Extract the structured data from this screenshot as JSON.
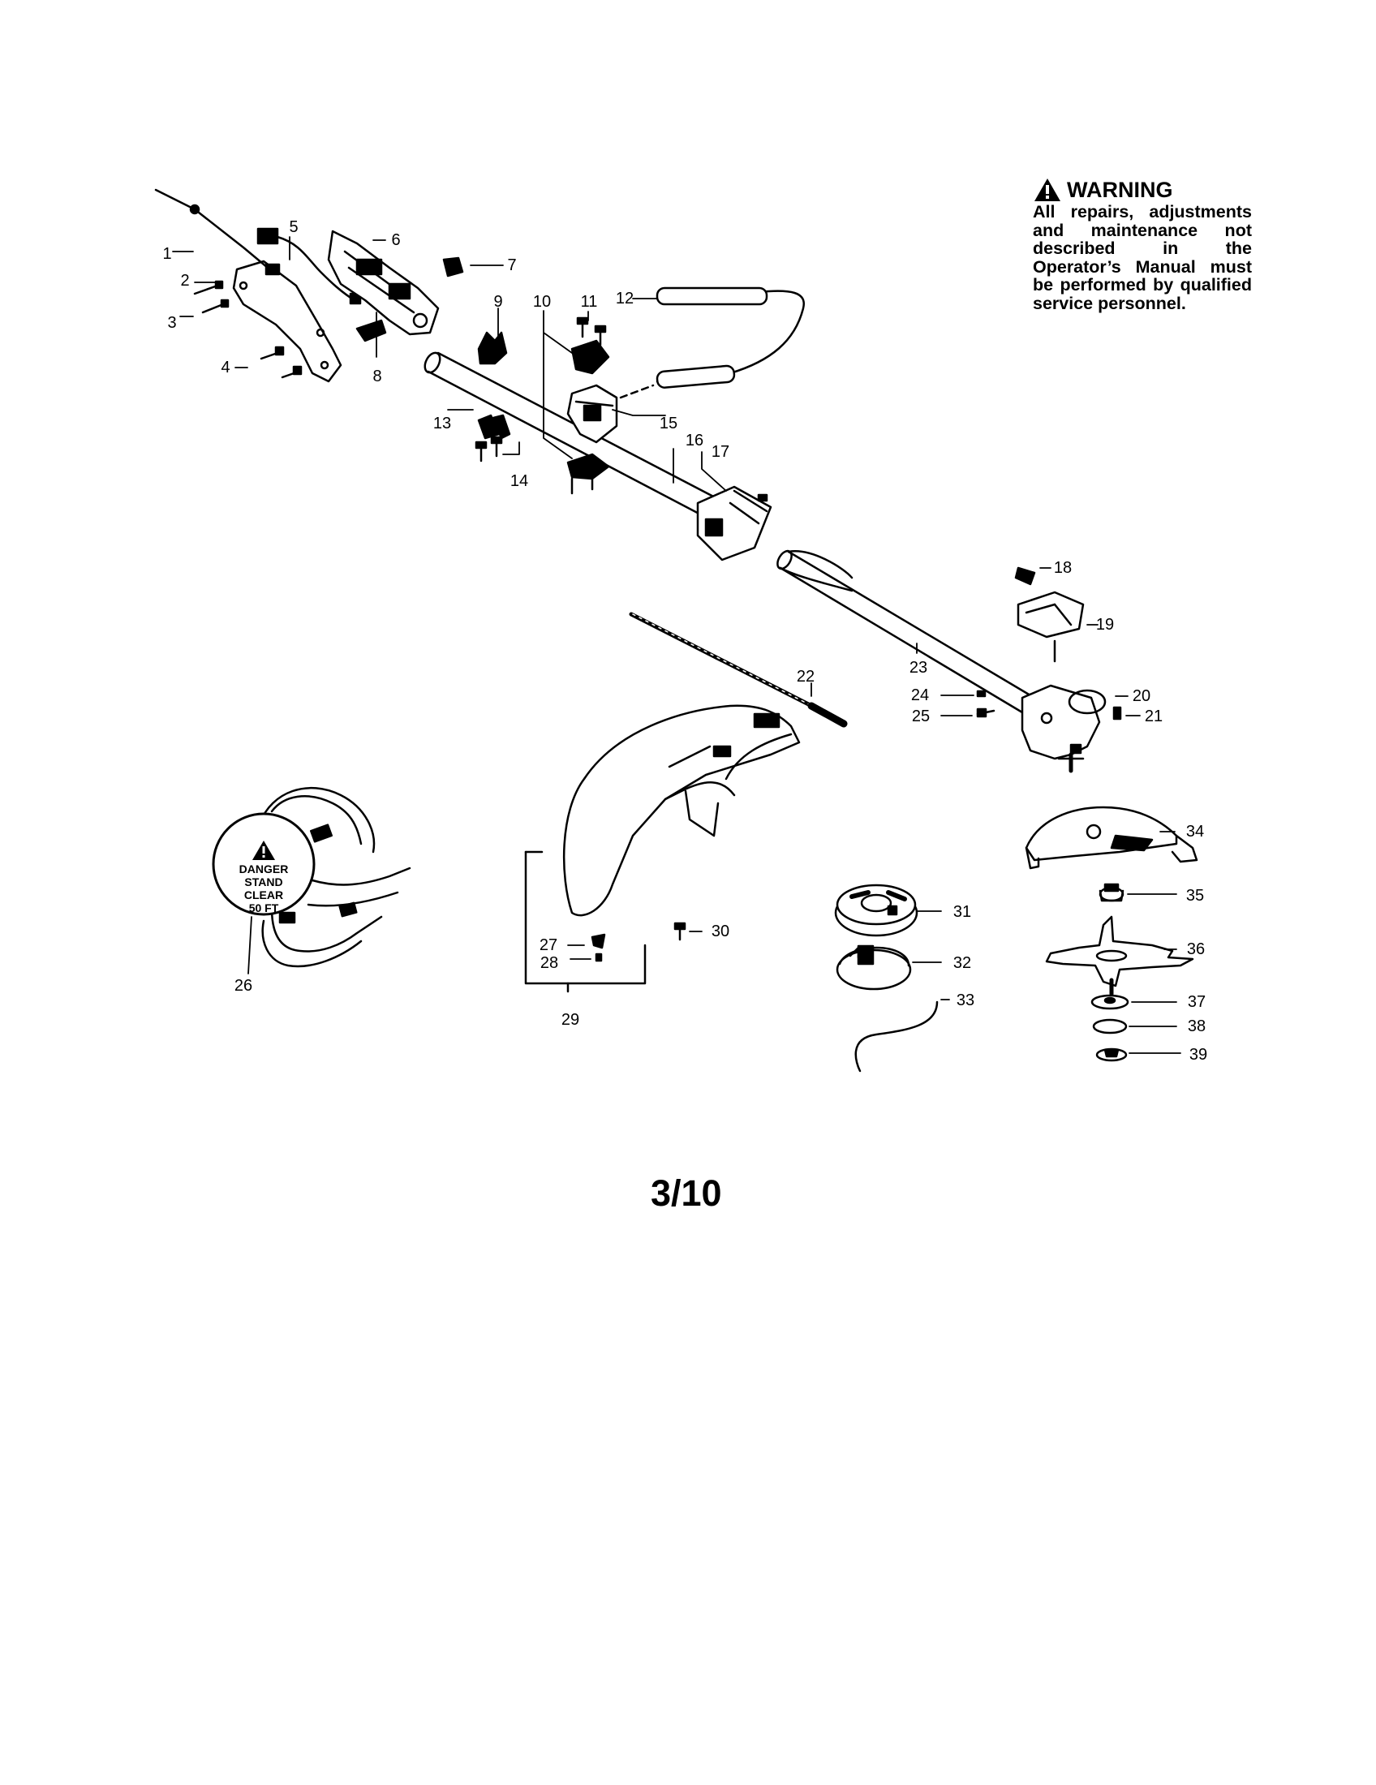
{
  "warning": {
    "title": "WARNING",
    "text": "All repairs, adjustments and maintenance not described in the Operator’s Manual must be performed by qualified service personnel."
  },
  "decal": {
    "line1": "DANGER",
    "line2": "STAND",
    "line3": "CLEAR",
    "line4": "50 FT"
  },
  "page_number": "3/10",
  "icons": {
    "warning": "warning-triangle-icon"
  },
  "callouts": [
    "1",
    "2",
    "3",
    "4",
    "5",
    "6",
    "7",
    "8",
    "9",
    "10",
    "11",
    "12",
    "13",
    "14",
    "15",
    "16",
    "17",
    "18",
    "19",
    "20",
    "21",
    "22",
    "23",
    "24",
    "25",
    "26",
    "27",
    "28",
    "29",
    "30",
    "31",
    "32",
    "33",
    "34",
    "35",
    "36",
    "37",
    "38",
    "39"
  ]
}
